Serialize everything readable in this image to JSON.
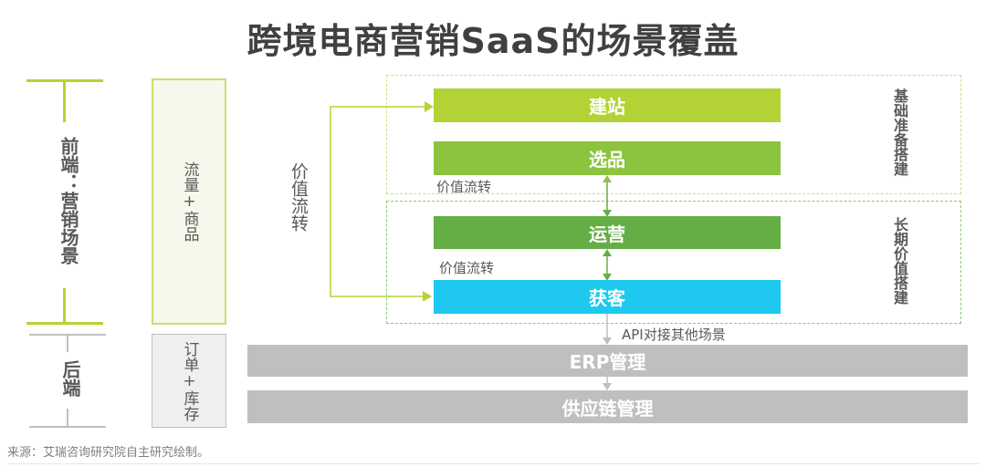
{
  "title": "跨境电商营销SaaS的场景覆盖",
  "left_column": {
    "front_label": "前端：营销场景",
    "back_label": "后端"
  },
  "category_boxes": {
    "traffic": "流量+商品",
    "order": "订单+库存"
  },
  "value_flow_label": "价值流转",
  "bars": {
    "jianzhan": "建站",
    "xuanpin": "选品",
    "yunying": "运营",
    "huoke": "获客",
    "erp": "ERP管理",
    "supply": "供应链管理"
  },
  "connectors": {
    "flow_1": "价值流转",
    "flow_2": "价值流转",
    "api": "API对接其他场景"
  },
  "groups": {
    "basic": "基础准备搭建",
    "long_term": "长期价值搭建"
  },
  "colors": {
    "jianzhan": "#b2d235",
    "xuanpin": "#8cc43f",
    "yunying": "#65ae46",
    "huoke": "#1ec8ef",
    "backend": "#bfbfbf",
    "accent_line": "#b5d334"
  },
  "source": "来源：艾瑞咨询研究院自主研究绘制。"
}
